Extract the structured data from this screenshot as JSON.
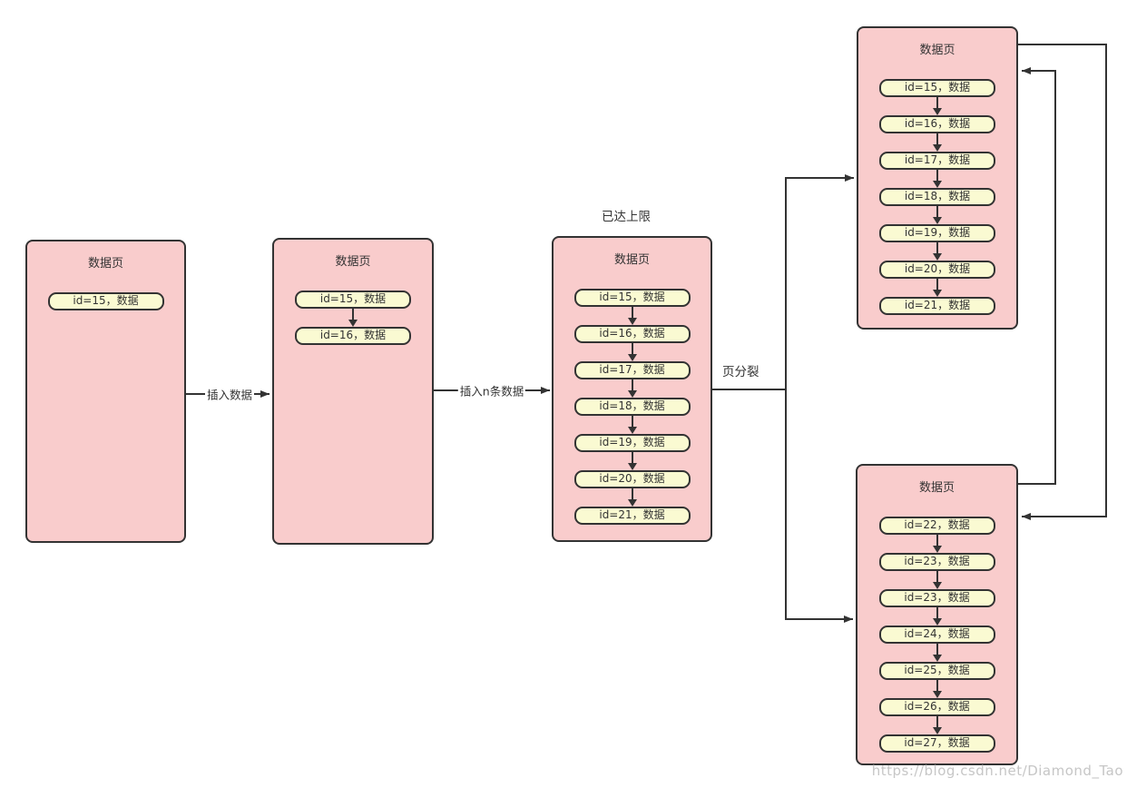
{
  "labels": {
    "insert_one": "插入数据",
    "insert_n": "插入n条数据",
    "limit_reached": "已达上限",
    "page_split": "页分裂"
  },
  "watermark": "https://blog.csdn.net/Diamond_Tao",
  "colors": {
    "page_fill": "#f9cccc",
    "page_border": "#333333",
    "record_fill": "#fafad2",
    "record_border": "#333333",
    "connector": "#333333",
    "watermark_text": "#c6c6c6"
  },
  "pages": [
    {
      "title": "数据页",
      "records": [
        "id=15，数据"
      ]
    },
    {
      "title": "数据页",
      "records": [
        "id=15，数据",
        "id=16，数据"
      ]
    },
    {
      "title": "数据页",
      "records": [
        "id=15，数据",
        "id=16，数据",
        "id=17，数据",
        "id=18，数据",
        "id=19，数据",
        "id=20，数据",
        "id=21，数据"
      ]
    },
    {
      "title": "数据页",
      "records": [
        "id=15，数据",
        "id=16，数据",
        "id=17，数据",
        "id=18，数据",
        "id=19，数据",
        "id=20，数据",
        "id=21，数据"
      ]
    },
    {
      "title": "数据页",
      "records": [
        "id=22，数据",
        "id=23，数据",
        "id=23，数据",
        "id=24，数据",
        "id=25，数据",
        "id=26，数据",
        "id=27，数据"
      ]
    }
  ]
}
